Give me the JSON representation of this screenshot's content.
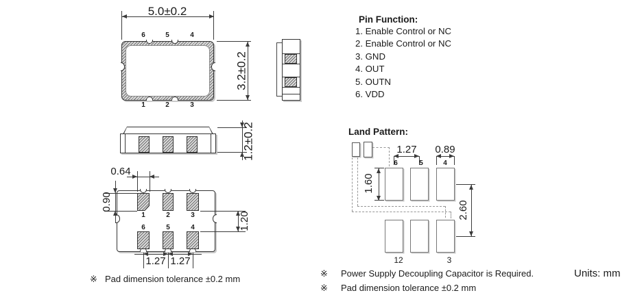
{
  "views": {
    "top": {
      "dim_width": "5.0±0.2",
      "dim_height": "3.2±0.2",
      "pins_top": [
        "6",
        "5",
        "4"
      ],
      "pins_bottom": [
        "1",
        "2",
        "3"
      ]
    },
    "front": {
      "dim_height": "1.2±0.2"
    },
    "bottom": {
      "pad_width": "0.64",
      "pad_height": "0.90",
      "row_gap": "1.20",
      "pitch_a": "1.27",
      "pitch_b": "1.27",
      "row1": [
        "1",
        "2",
        "3"
      ],
      "row2": [
        "6",
        "5",
        "4"
      ]
    }
  },
  "pin_function": {
    "title": "Pin Function:",
    "items": [
      "1. Enable Control or NC",
      "2. Enable Control or NC",
      "3. GND",
      "4. OUT",
      "5. OUTN",
      "6. VDD"
    ]
  },
  "land_pattern": {
    "title": "Land Pattern:",
    "pitch": "1.27",
    "pad_width": "0.89",
    "pad_height": "1.60",
    "row_pitch": "2.60",
    "pins_top": [
      "6",
      "5",
      "4"
    ],
    "pin_bottom_left": "12",
    "pin_bottom_right": "3"
  },
  "notes": {
    "marker": "※",
    "pad_tolerance_left": "Pad dimension tolerance ±0.2 mm",
    "decoupling_cap": "Power Supply Decoupling Capacitor is Required.",
    "pad_tolerance_right": "Pad dimension tolerance ±0.2 mm",
    "units": "Units: mm"
  },
  "colors": {
    "line": "#3a3a3a",
    "hatch": "#6f6f6f",
    "shadow": "#cacaca",
    "text": "#1a1a1a"
  }
}
